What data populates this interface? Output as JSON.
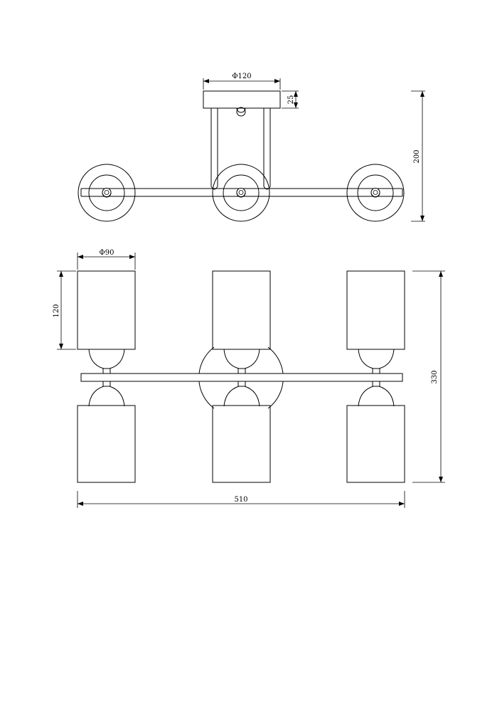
{
  "dimensions": {
    "canopy_diameter": "Φ120",
    "canopy_height": "25",
    "top_view_height": "200",
    "shade_diameter": "Φ90",
    "shade_height": "120",
    "total_height": "330",
    "total_width": "510"
  }
}
